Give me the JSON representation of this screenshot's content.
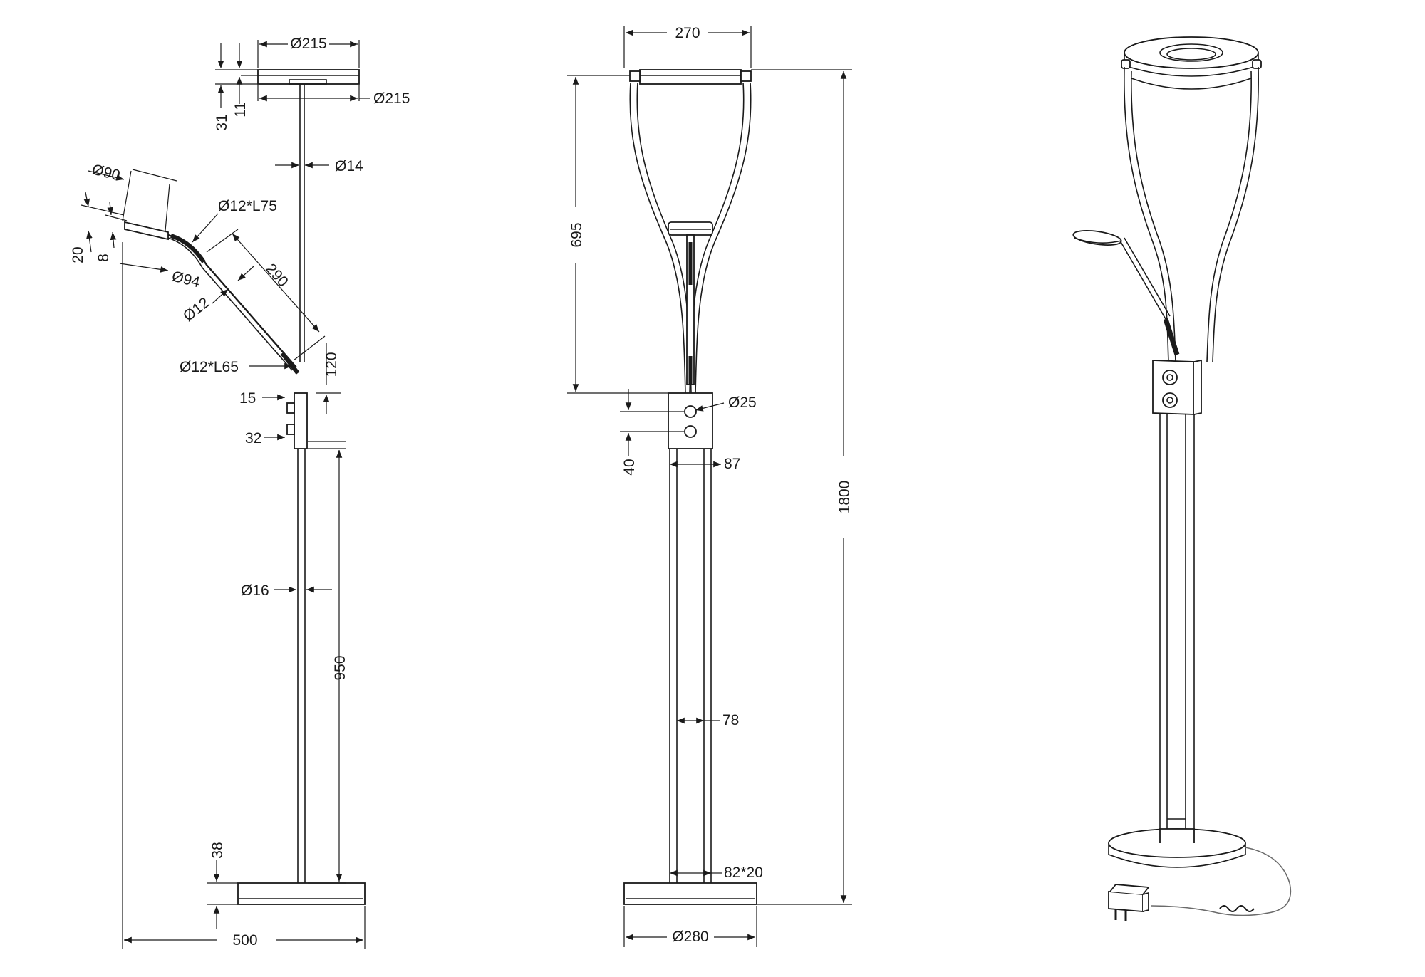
{
  "side_view": {
    "head_width_top": "Ø215",
    "head_width_bottom": "Ø215",
    "head_total_height": "31",
    "head_plate_height": "11",
    "pole_top_diameter": "Ø14",
    "reading_head_diameter": "Ø90",
    "reading_head_diameter_2": "Ø94",
    "reading_head_height": "20",
    "reading_head_plate": "8",
    "upper_flex_arm": "Ø12*L75",
    "reading_arm_length": "290",
    "reading_arm_diameter": "Ø12",
    "lower_flex_arm": "Ø12*L65",
    "arm_offset": "120",
    "switch_gap": "15",
    "switch_box_height": "32",
    "pole_lower_diameter": "Ø16",
    "pole_lower_length": "950",
    "base_height": "38",
    "base_width": "500"
  },
  "front_view": {
    "head_width": "270",
    "shade_height": "695",
    "button_diameter": "Ø25",
    "button_spacing": "40",
    "switch_box_width": "87",
    "pole_width": "78",
    "pole_profile": "82*20",
    "base_diameter": "Ø280",
    "total_height": "1800"
  }
}
